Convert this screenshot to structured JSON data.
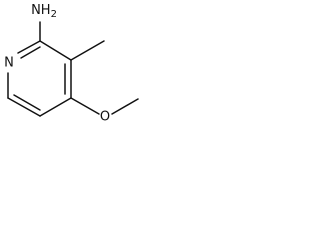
{
  "molecule": {
    "atoms": {
      "ring_nitrogen": "N",
      "amine_group": "NH",
      "amine_subscript": "2",
      "methoxy_oxygen": "O"
    }
  }
}
